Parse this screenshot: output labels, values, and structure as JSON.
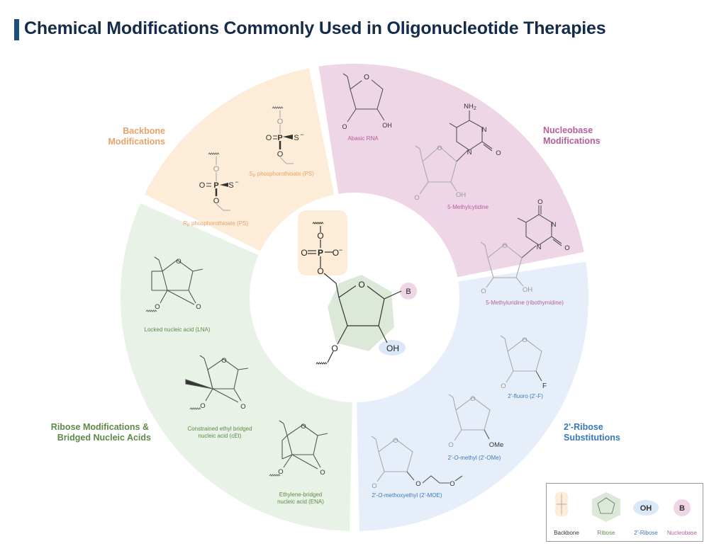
{
  "title": "Chemical Modifications Commonly Used in Oligonucleotide Therapies",
  "colors": {
    "backbone": "#e6a36a",
    "backbone_bg": "#fcecd8",
    "nucleobase": "#b35e9d",
    "nucleobase_bg": "#efd6e6",
    "ribose2": "#3a78b8",
    "ribose2_bg": "#e6eff9",
    "ribose": "#5d8a47",
    "ribose_bg": "#e9f2e7"
  },
  "sections": {
    "backbone": {
      "title_line1": "Backbone",
      "title_line2": "Modifications",
      "items": [
        {
          "prefix": "S",
          "sub": "P",
          "rest": " phosphorothioate (PS)"
        },
        {
          "prefix": "R",
          "sub": "P",
          "rest": " phosphorothioate (PS)"
        }
      ]
    },
    "nucleobase": {
      "title_line1": "Nucleobase",
      "title_line2": "Modifications",
      "items": [
        "Abasic RNA",
        "5-Methylcytidine",
        "5-Methyluridine (ribothymidine)"
      ]
    },
    "ribose2": {
      "title_line1": "2'-Ribose",
      "title_line2": "Substitutions",
      "items": [
        {
          "text": "2'-fluoro (2'-F)"
        },
        {
          "pre": "2'-",
          "ital": "O",
          "post": "-methyl (2'-OMe)"
        },
        {
          "pre": "2'-",
          "ital": "O",
          "post": "-methoxyethyl (2'-MOE)"
        }
      ]
    },
    "ribose": {
      "title_line1": "Ribose Modifications &",
      "title_line2": "Bridged Nucleic Acids",
      "items": [
        {
          "line1": "Locked nucleic acid (LNA)"
        },
        {
          "line1": "Constrained ethyl bridged",
          "line2": "nucleic acid (cEt)"
        },
        {
          "line1": "Ethylene-bridged",
          "line2": "nucleic acid (ENA)"
        }
      ]
    }
  },
  "atoms": {
    "O": "O",
    "P": "P",
    "S": "S",
    "N": "N",
    "F": "F",
    "B": "B",
    "OH": "OH",
    "OMe": "OMe",
    "NH2": "NH",
    "NH2_sub": "2",
    "minus": "−",
    "O_minus": "O"
  },
  "legend": {
    "backbone": "Backbone",
    "ribose": "Ribose",
    "ribose2": "2'-Ribose",
    "nucleobase": "Nucleobase",
    "oh_symbol": "OH",
    "b_symbol": "B"
  }
}
